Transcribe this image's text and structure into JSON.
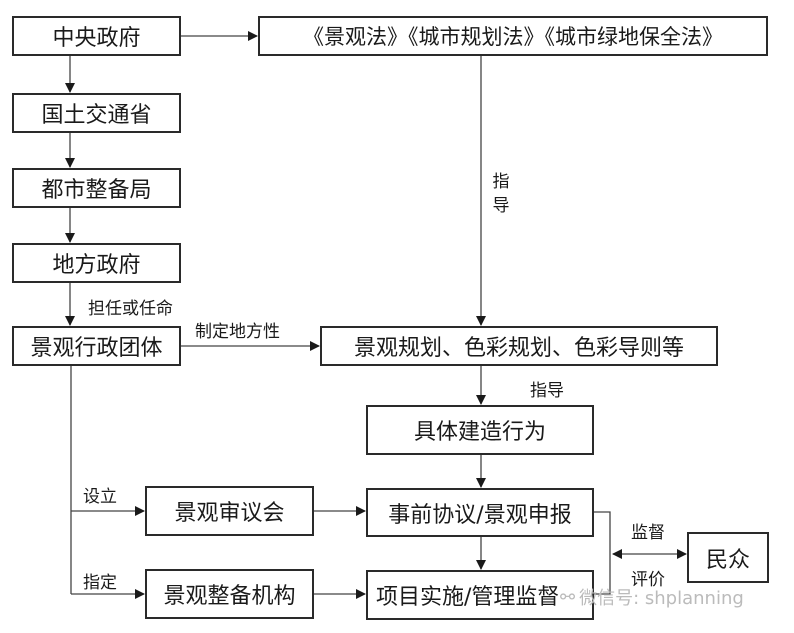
{
  "nodes": {
    "central_gov": "中央政府",
    "laws": "《景观法》《城市规划法》《城市绿地保全法》",
    "mlit": "国土交通省",
    "urban_bureau": "都市整备局",
    "local_gov": "地方政府",
    "landscape_admin": "景观行政团体",
    "landscape_plan": "景观规划、色彩规划、色彩导则等",
    "construction": "具体建造行为",
    "review_council": "景观审议会",
    "pre_consult": "事前协议/景观申报",
    "maintenance_org": "景观整备机构",
    "implementation": "项目实施/管理监督",
    "public": "民众"
  },
  "edge_labels": {
    "guide_vertical": "指导",
    "appoint": "担任或任命",
    "formulate_local": "制定地方性",
    "guide": "指导",
    "establish": "设立",
    "designate": "指定",
    "supervise": "监督",
    "evaluate": "评价"
  },
  "watermark": {
    "text": "微信号: shplanning",
    "icon": "wechat-icon"
  }
}
